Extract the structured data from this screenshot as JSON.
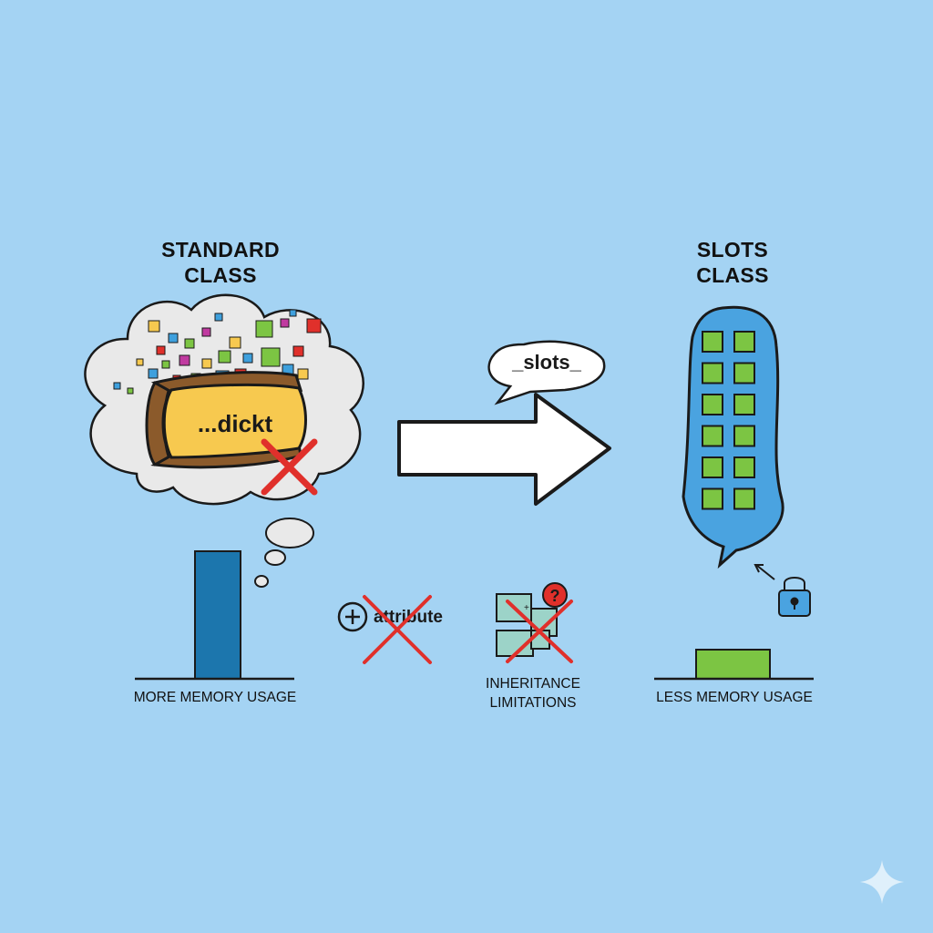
{
  "left_panel": {
    "title_line1": "STANDARD",
    "title_line2": "CLASS",
    "dict_label": "...dickt",
    "memory_caption": "MORE MEMORY USAGE",
    "memory_level": "high"
  },
  "right_panel": {
    "title_line1": "SLOTS",
    "title_line2": "CLASS",
    "memory_caption": "LESS MEMORY USAGE",
    "memory_level": "low",
    "slot_grid": {
      "rows": 6,
      "cols": 2
    }
  },
  "transition": {
    "bubble_label": "_slots_"
  },
  "limitations": {
    "attribute_label": "attribute",
    "inheritance_line1": "INHERITANCE",
    "inheritance_line2": "LIMITATIONS"
  },
  "colors": {
    "background": "#a4d3f3",
    "cloud": "#e8e8e8",
    "dict_box": "#f7c94f",
    "dict_roll": "#8b5a2b",
    "cross": "#e0302b",
    "bar_high": "#1c76ad",
    "bar_low": "#7cc543",
    "slots_body": "#4aa3e0",
    "slot_cell": "#7cc543"
  },
  "icons": [
    "cross-icon",
    "plus-circle-icon",
    "lock-icon",
    "question-badge-icon",
    "puzzle-icon",
    "arrow-icon",
    "sparkle-icon"
  ]
}
